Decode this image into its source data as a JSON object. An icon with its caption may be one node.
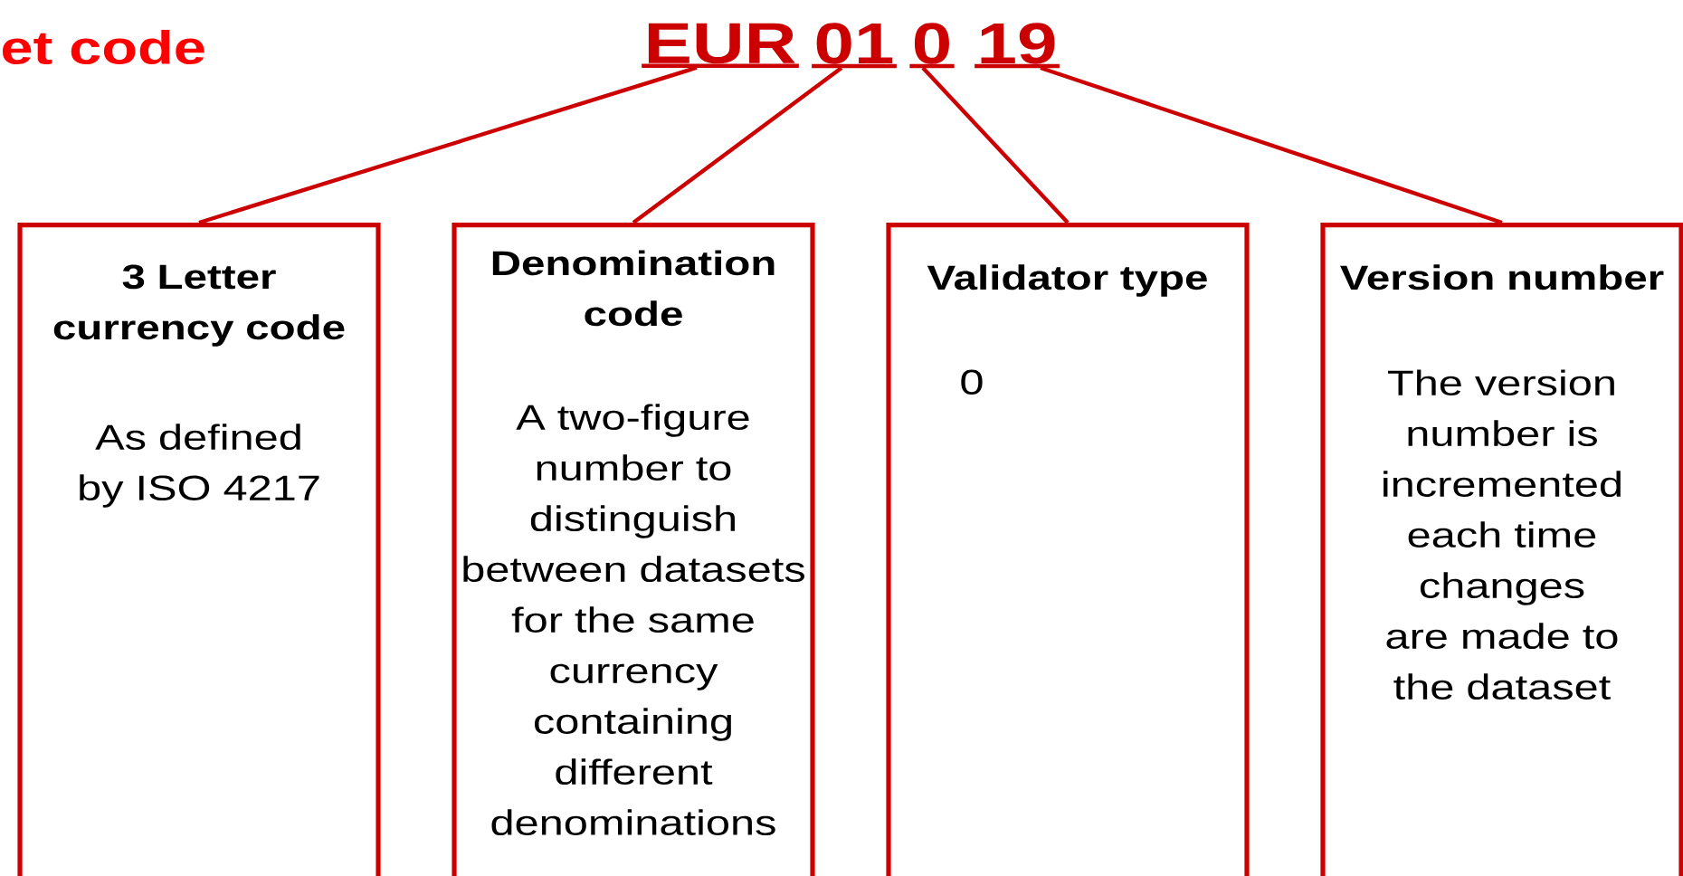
{
  "diagram": {
    "title": "et code",
    "nodes": [
      {
        "text": [
          "EUR"
        ]
      },
      {
        "text": [
          "01"
        ]
      },
      {
        "text": [
          "0"
        ]
      },
      {
        "text": [
          "19"
        ]
      },
      {
        "text": [
          "3 Letter currency code",
          "As defined by ISO 4217"
        ]
      },
      {
        "text": [
          "Denomination code",
          "A two-figure number to distinguish between datasets for the same currency containing different denominations"
        ]
      },
      {
        "text": [
          "Validator type",
          "0"
        ]
      },
      {
        "text": [
          "Version number",
          "The version number is incremented each time changes are made to the dataset"
        ]
      }
    ],
    "edges": [
      {
        "from": 0,
        "to": 4,
        "arrow": "none"
      },
      {
        "from": 1,
        "to": 5,
        "arrow": "none"
      },
      {
        "from": 2,
        "to": 6,
        "arrow": "none"
      },
      {
        "from": 3,
        "to": 7,
        "arrow": "none"
      }
    ]
  }
}
